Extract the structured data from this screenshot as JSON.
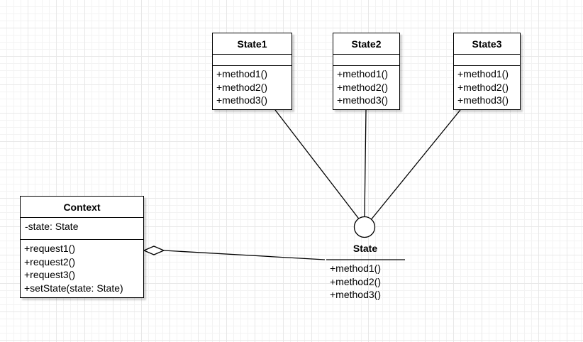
{
  "diagram": {
    "classes": [
      {
        "id": "state1",
        "name": "State1",
        "attributes": [],
        "operations": [
          "+method1()",
          "+method2()",
          "+method3()"
        ]
      },
      {
        "id": "state2",
        "name": "State2",
        "attributes": [],
        "operations": [
          "+method1()",
          "+method2()",
          "+method3()"
        ]
      },
      {
        "id": "state3",
        "name": "State3",
        "attributes": [],
        "operations": [
          "+method1()",
          "+method2()",
          "+method3()"
        ]
      },
      {
        "id": "context",
        "name": "Context",
        "attributes": [
          "-state: State"
        ],
        "operations": [
          "+request1()",
          "+request2()",
          "+request3()",
          "+setState(state: State)"
        ]
      }
    ],
    "interface": {
      "name": "State",
      "operations": [
        "+method1()",
        "+method2()",
        "+method3()"
      ]
    },
    "relations": [
      {
        "from": "State1",
        "to": "State",
        "type": "realization-lollipop"
      },
      {
        "from": "State2",
        "to": "State",
        "type": "realization-lollipop"
      },
      {
        "from": "State3",
        "to": "State",
        "type": "realization-lollipop"
      },
      {
        "from": "Context",
        "to": "State",
        "type": "aggregation"
      }
    ],
    "colors": {
      "line": "#000000",
      "fill": "#ffffff",
      "grid_major": "#e8e8e8",
      "grid_minor": "#f3f3f3"
    }
  }
}
